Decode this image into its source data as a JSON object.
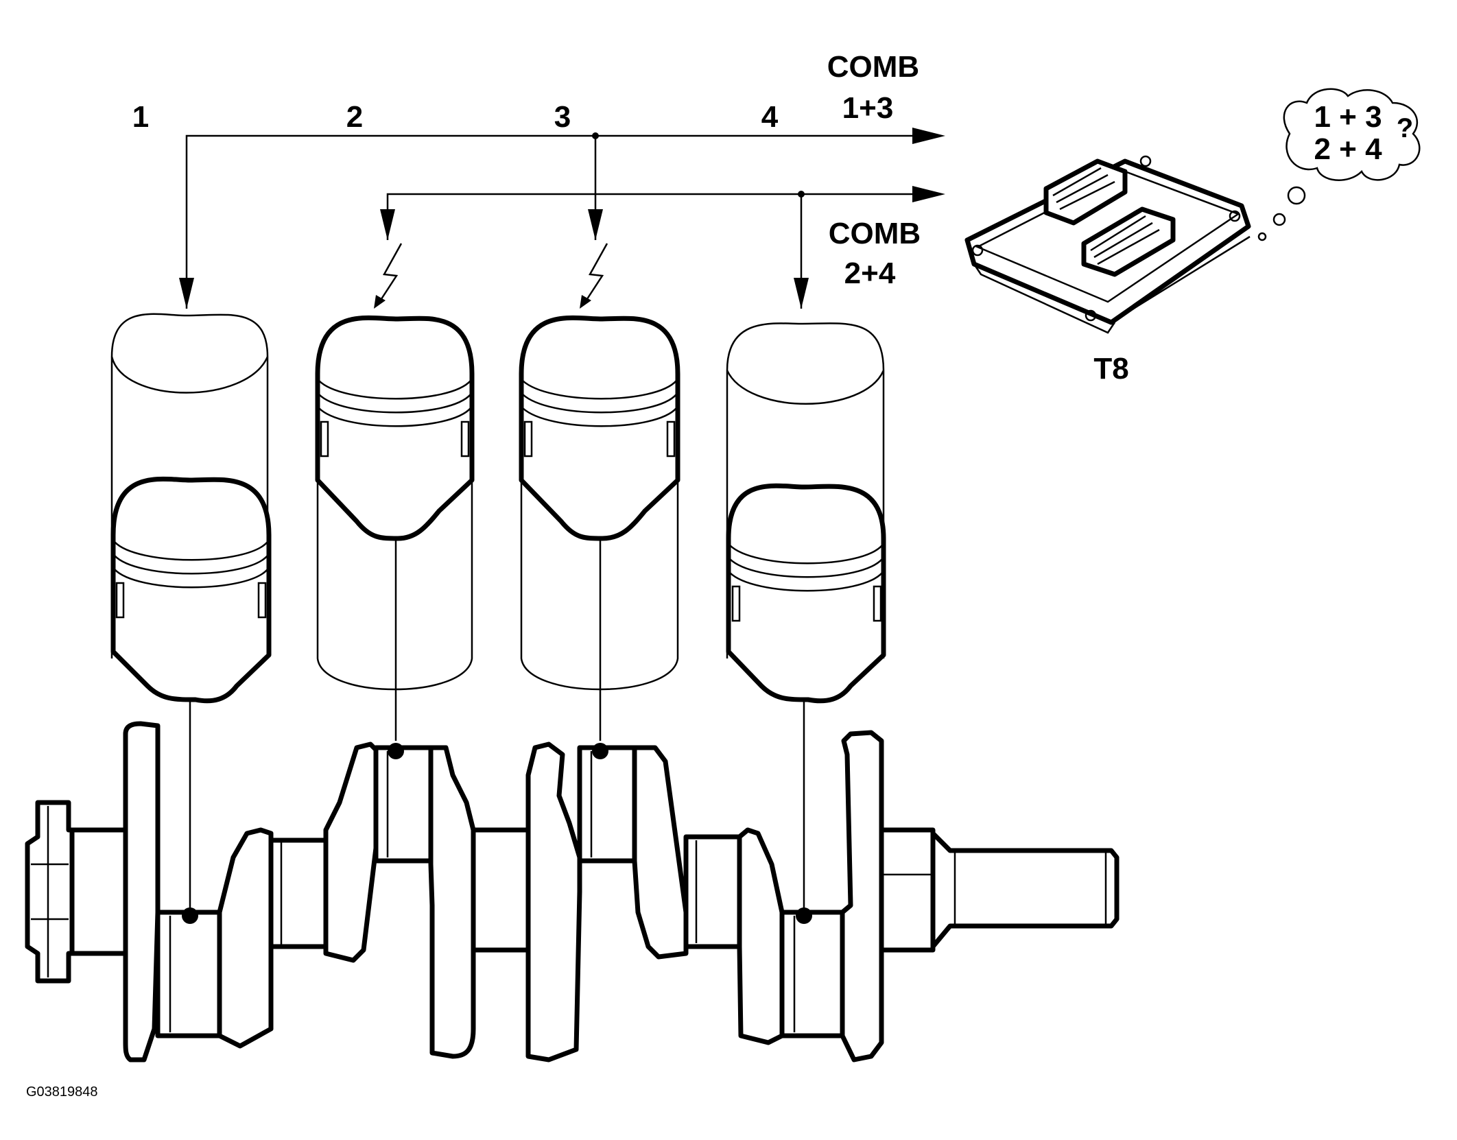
{
  "cylinder_labels": [
    "1",
    "2",
    "3",
    "4"
  ],
  "comb_top": {
    "line1": "COMB",
    "line2": "1+3"
  },
  "comb_bottom": {
    "line1": "COMB",
    "line2": "2+4"
  },
  "ecu_label": "T8",
  "thought": {
    "line1": "1 + 3",
    "line2": "2 + 4",
    "mark": "?"
  },
  "figure_id": "G03819848",
  "colors": {
    "ink": "#000000",
    "paper": "#ffffff"
  }
}
